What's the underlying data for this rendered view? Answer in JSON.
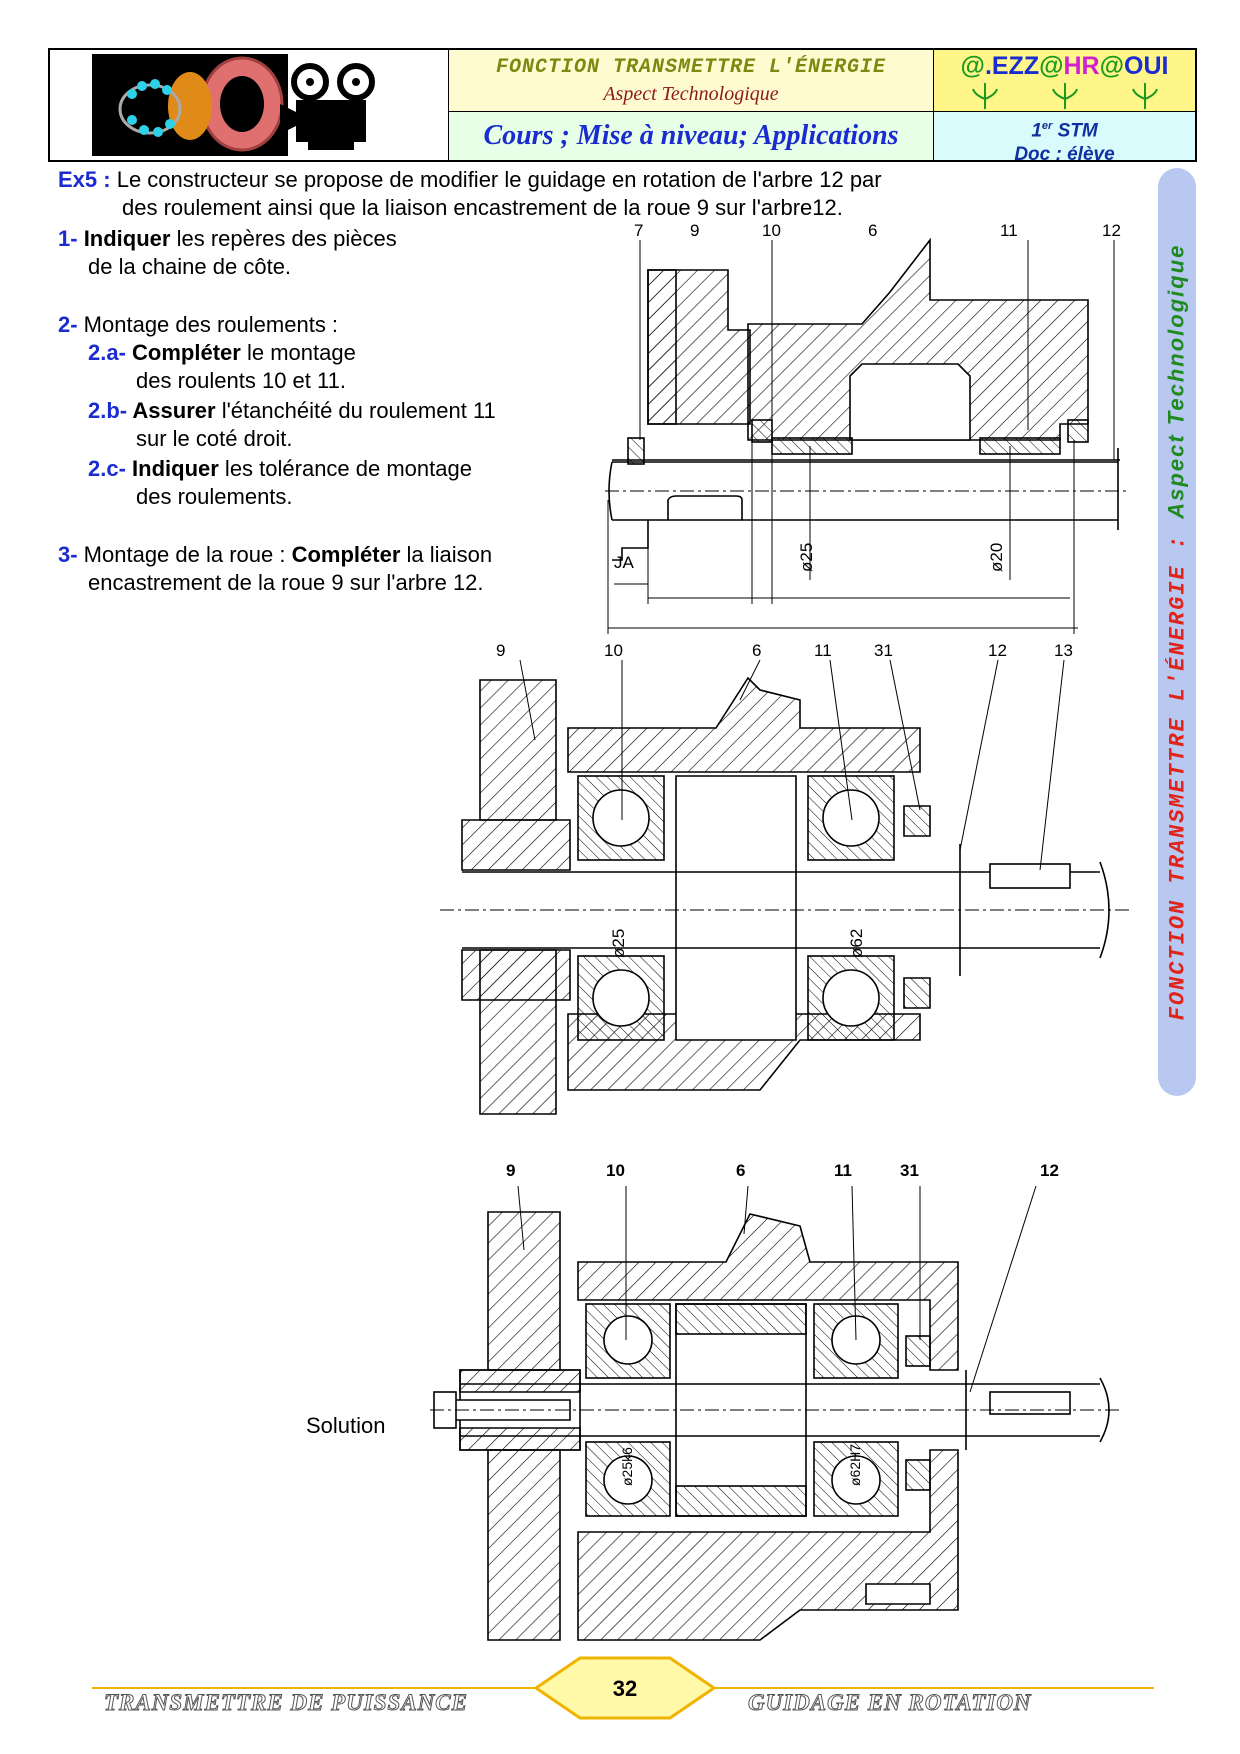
{
  "header": {
    "title": "FONCTION TRANSMETTRE L'ÉNERGIE",
    "subtitle": "Aspect Technologique",
    "cours": "Cours ; Mise à niveau; Applications",
    "logo": "@.EZZ@HR@OUI",
    "level_main": "1",
    "level_sup": "er",
    "level_rest": " STM",
    "doc": "Doc : élève"
  },
  "exercise": {
    "ex_label": "Ex5 :",
    "intro_line1": "Le constructeur se propose de modifier le guidage en rotation de l'arbre 12 par",
    "intro_line2": "des roulement ainsi que la liaison encastrement de la roue 9 sur l'arbre12.",
    "q1_num": "1-",
    "q1_bold": "Indiquer",
    "q1_rest": " les repères des pièces",
    "q1_line2": "de la chaine de côte.",
    "q2_num": "2-",
    "q2_text": " Montage des roulements :",
    "q2a_num": "2.a-",
    "q2a_bold": " Compléter",
    "q2a_rest": " le montage",
    "q2a_line2": "des roulents 10 et 11.",
    "q2b_num": "2.b-",
    "q2b_bold": " Assurer",
    "q2b_rest": " l'étanchéité du roulement 11",
    "q2b_line2": "sur le coté droit.",
    "q2c_num": "2.c-",
    "q2c_bold": " Indiquer",
    "q2c_rest": " les tolérance de montage",
    "q2c_line2": "des roulements.",
    "q3_num": "3-",
    "q3_text": " Montage de la roue : ",
    "q3_bold": "Compléter",
    "q3_rest": " la liaison",
    "q3_line2": "encastrement de la roue 9 sur l'arbre 12.",
    "solution_label": "Solution"
  },
  "drawing1": {
    "labels": [
      "7",
      "9",
      "10",
      "6",
      "11",
      "12"
    ],
    "dim_ja": "JA",
    "dim_d25": "ø25",
    "dim_d20": "ø20"
  },
  "drawing2": {
    "labels": [
      "9",
      "10",
      "6",
      "11",
      "31",
      "12",
      "13"
    ],
    "dim_d25": "ø25",
    "dim_d62": "ø62"
  },
  "drawing3": {
    "labels": [
      "9",
      "10",
      "6",
      "11",
      "31",
      "12"
    ],
    "dim_d25": "ø25k6",
    "dim_d62": "ø62H7"
  },
  "side_text_a": "FONCTION TRANSMETTRE L'ÉNERGIE : ",
  "side_text_b": "Aspect Technologique",
  "footer": {
    "left": "TRANSMETTRE DE PUISSANCE",
    "page": "32",
    "right": "GUIDAGE EN ROTATION"
  },
  "colors": {
    "side_a": "#e0241a",
    "side_b": "#1f8a1f",
    "footer_line": "#f0b400"
  }
}
